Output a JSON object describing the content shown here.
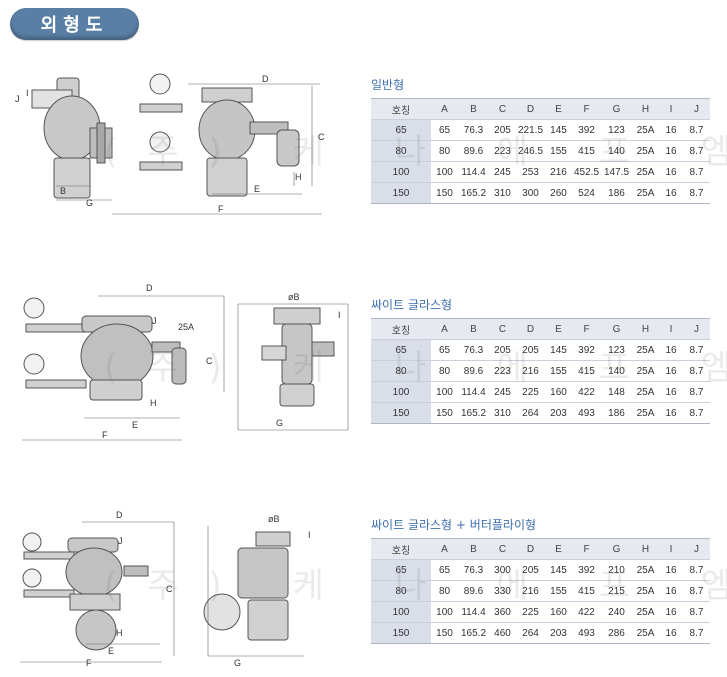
{
  "header": {
    "title": "외형도"
  },
  "sections": [
    {
      "title": "일반형",
      "columns": [
        "호칭",
        "A",
        "B",
        "C",
        "D",
        "E",
        "F",
        "G",
        "H",
        "I",
        "J"
      ],
      "rows": [
        [
          "65",
          "65",
          "76.3",
          "205",
          "221.5",
          "145",
          "392",
          "123",
          "25A",
          "16",
          "8.7"
        ],
        [
          "80",
          "80",
          "89.6",
          "223",
          "246.5",
          "155",
          "415",
          "140",
          "25A",
          "16",
          "8.7"
        ],
        [
          "100",
          "100",
          "114.4",
          "245",
          "253",
          "216",
          "452.5",
          "147.5",
          "25A",
          "16",
          "8.7"
        ],
        [
          "150",
          "150",
          "165.2",
          "310",
          "300",
          "260",
          "524",
          "186",
          "25A",
          "16",
          "8.7"
        ]
      ]
    },
    {
      "title": "싸이트 글라스형",
      "columns": [
        "호칭",
        "A",
        "B",
        "C",
        "D",
        "E",
        "F",
        "G",
        "H",
        "I",
        "J"
      ],
      "rows": [
        [
          "65",
          "65",
          "76.3",
          "205",
          "205",
          "145",
          "392",
          "123",
          "25A",
          "16",
          "8.7"
        ],
        [
          "80",
          "80",
          "89.6",
          "223",
          "216",
          "155",
          "415",
          "140",
          "25A",
          "16",
          "8.7"
        ],
        [
          "100",
          "100",
          "114.4",
          "245",
          "225",
          "160",
          "422",
          "148",
          "25A",
          "16",
          "8.7"
        ],
        [
          "150",
          "150",
          "165.2",
          "310",
          "264",
          "203",
          "493",
          "186",
          "25A",
          "16",
          "8.7"
        ]
      ]
    },
    {
      "title": "싸이트 글라스형 + 버터플라이형",
      "columns": [
        "호칭",
        "A",
        "B",
        "C",
        "D",
        "E",
        "F",
        "G",
        "H",
        "I",
        "J"
      ],
      "rows": [
        [
          "65",
          "65",
          "76.3",
          "300",
          "205",
          "145",
          "392",
          "210",
          "25A",
          "16",
          "8.7"
        ],
        [
          "80",
          "80",
          "89.6",
          "330",
          "216",
          "155",
          "415",
          "215",
          "25A",
          "16",
          "8.7"
        ],
        [
          "100",
          "100",
          "114.4",
          "360",
          "225",
          "160",
          "422",
          "240",
          "25A",
          "16",
          "8.7"
        ],
        [
          "150",
          "150",
          "165.2",
          "460",
          "264",
          "203",
          "493",
          "286",
          "25A",
          "16",
          "8.7"
        ]
      ]
    }
  ],
  "watermark": "(주) 케 나 에 프 엠 씨",
  "drawing_labels": {
    "d1": [
      "J",
      "I",
      "B",
      "G",
      "D",
      "C",
      "H",
      "E",
      "F"
    ],
    "d2": [
      "D",
      "J",
      "25A",
      "C",
      "H",
      "E",
      "F",
      "øB",
      "I",
      "G"
    ],
    "d3": [
      "D",
      "J",
      "C",
      "H",
      "E",
      "F",
      "øB",
      "I",
      "G"
    ]
  }
}
